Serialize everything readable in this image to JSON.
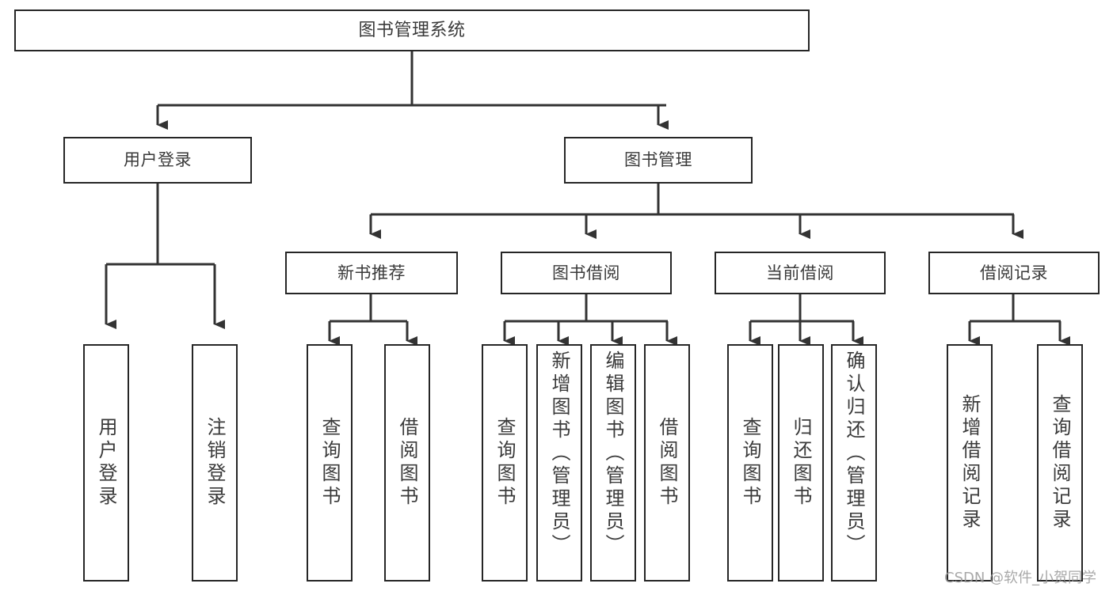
{
  "diagram": {
    "title": "图书管理系统",
    "type": "tree",
    "watermark": "CSDN @软件_小贺同学",
    "style": {
      "box_fill": "#ffffff",
      "box_stroke": "#262626",
      "text_color": "#3a3a3a",
      "line_color": "#333333",
      "background": "#ffffff"
    },
    "nodes": {
      "root": {
        "label": "图书管理系统"
      },
      "level2": [
        {
          "label": "用户登录"
        },
        {
          "label": "图书管理"
        }
      ],
      "level3": [
        {
          "label": "新书推荐"
        },
        {
          "label": "图书借阅"
        },
        {
          "label": "当前借阅"
        },
        {
          "label": "借阅记录"
        }
      ],
      "leaves": {
        "user_login": [
          {
            "label": "用户登录"
          },
          {
            "label": "注销登录"
          }
        ],
        "new_book_recommend": [
          {
            "label": "查询图书"
          },
          {
            "label": "借阅图书"
          }
        ],
        "book_borrow": [
          {
            "label": "查询图书"
          },
          {
            "label": "新增图书（管理员）"
          },
          {
            "label": "编辑图书（管理员）"
          },
          {
            "label": "借阅图书"
          }
        ],
        "current_borrow": [
          {
            "label": "查询图书"
          },
          {
            "label": "归还图书"
          },
          {
            "label": "确认归还（管理员）"
          }
        ],
        "borrow_record": [
          {
            "label": "新增借阅记录"
          },
          {
            "label": "查询借阅记录"
          }
        ]
      }
    }
  }
}
